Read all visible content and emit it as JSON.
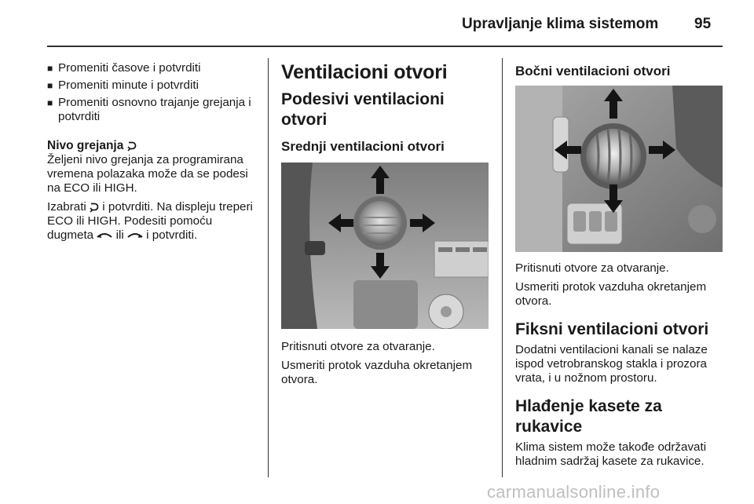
{
  "header": {
    "title": "Upravljanje klima sistemom",
    "page_number": "95"
  },
  "col1": {
    "bullets": [
      "Promeniti časove i potvrditi",
      "Promeniti minute i potvrditi",
      "Promeniti osnovno trajanje grejanja i potvrditi"
    ],
    "heading_label": "Nivo grejanja",
    "p1": "Željeni nivo grejanja za programirana vremena polazaka može da se podesi na ECO ili HIGH.",
    "p2_a": "Izabrati",
    "p2_b": "i potvrditi. Na displeju treperi ECO ili HIGH. Podesiti pomoću dugmeta",
    "p2_c": "ili",
    "p2_d": "i potvrditi.",
    "return_icon": "return-arrow-icon",
    "knob_left_icon": "knob-left-icon",
    "knob_right_icon": "knob-right-icon"
  },
  "col2": {
    "h1": "Ventilacioni otvori",
    "h2": "Podesivi ventilacioni otvori",
    "h3": "Srednji ventilacioni otvori",
    "p1": "Pritisnuti otvore za otvaranje.",
    "p2": "Usmeriti protok vazduha okretanjem otvora."
  },
  "col3": {
    "h3": "Bočni ventilacioni otvori",
    "p1": "Pritisnuti otvore za otvaranje.",
    "p2": "Usmeriti protok vazduha okretanjem otvora.",
    "h_fixed": "Fiksni ventilacioni otvori",
    "p_fixed": "Dodatni ventilacioni kanali se nalaze ispod vetrobranskog stakla i prozora vrata, i u nožnom prostoru.",
    "h_cool": "Hlađenje kasete za rukavice",
    "p_cool": "Klima sistem može takođe održavati hladnim sadržaj kasete za rukavice."
  },
  "watermark": "carmanualsonline.info"
}
